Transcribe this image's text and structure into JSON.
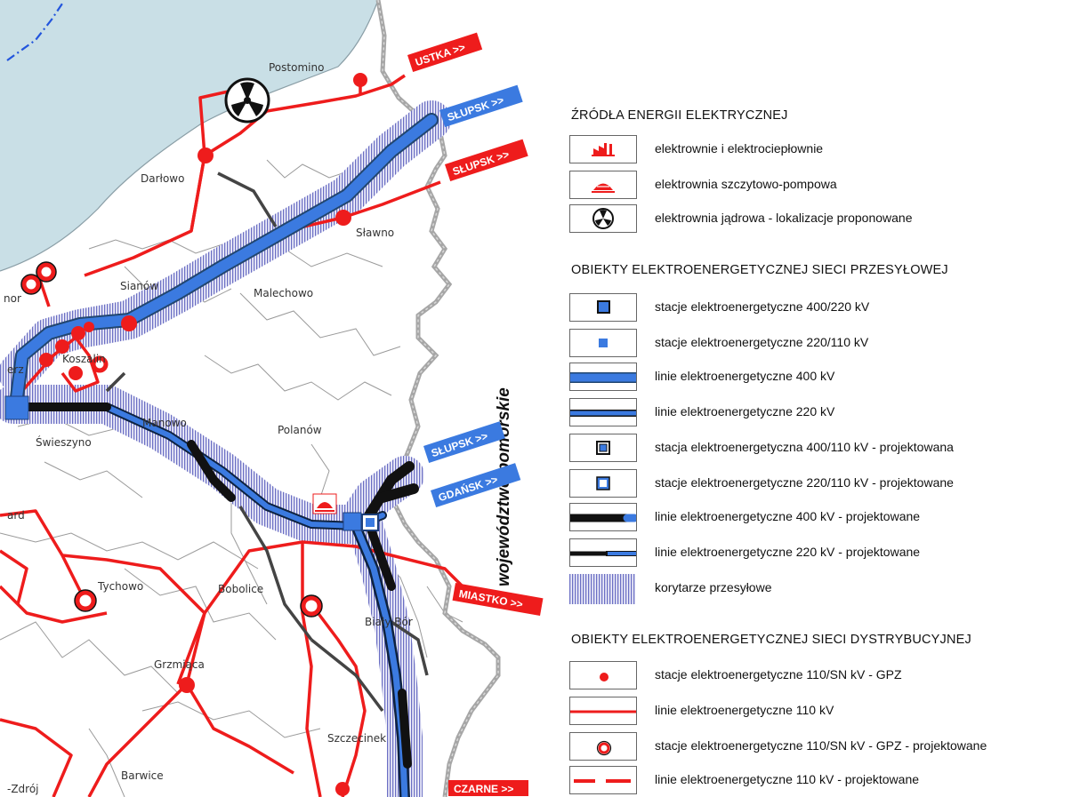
{
  "map": {
    "region_label": "województwo pomorskie",
    "towns": [
      "Postomino",
      "Darłowo",
      "Sławno",
      "Sianów",
      "Malechowo",
      "Koszalin",
      "Manowo",
      "Polanów",
      "Świeszyno",
      "Tychowo",
      "Bobolice",
      "Biały Bór",
      "Grzmiąca",
      "Szczecinek",
      "Barwice",
      "-Zdrój",
      "ard",
      "nor",
      "erz"
    ],
    "connections": [
      "USTKA >>",
      "SŁUPSK >>",
      "SŁUPSK >>",
      "SŁUPSK >>",
      "GDAŃSK >>",
      "MIASTKO >>",
      "CZARNE >>"
    ],
    "colors": {
      "sea": "#c9dfe6",
      "line400": "#3b7ae0",
      "line110": "#ee1c1c",
      "border": "#a6a6a6",
      "corridor": "#6b6fc4",
      "projected": "#111111"
    }
  },
  "legend": {
    "sections": [
      {
        "title": "ŹRÓDŁA ENERGII ELEKTRYCZNEJ",
        "items": [
          {
            "icon": "power-plant-icon",
            "label": "elektrownie i elektrociepłownie"
          },
          {
            "icon": "pumped-storage-icon",
            "label": "elektrownia szczytowo-pompowa"
          },
          {
            "icon": "nuclear-icon",
            "label": "elektrownia jądrowa - lokalizacje proponowane"
          }
        ]
      },
      {
        "title": "OBIEKTY ELEKTROENERGETYCZNEJ SIECI PRZESYŁOWEJ",
        "items": [
          {
            "icon": "station-400-220-icon",
            "label": "stacje elektroenergetyczne 400/220 kV"
          },
          {
            "icon": "station-220-110-icon",
            "label": "stacje elektroenergetyczne 220/110 kV"
          },
          {
            "icon": "line-400-icon",
            "label": "linie elektroenergetyczne 400 kV"
          },
          {
            "icon": "line-220-icon",
            "label": "linie elektroenergetyczne 220 kV"
          },
          {
            "icon": "station-400-110-projected-icon",
            "label": "stacja elektroenergetyczna 400/110 kV - projektowana"
          },
          {
            "icon": "station-220-110-projected-icon",
            "label": "stacje elektroenergetyczne 220/110 kV - projektowane"
          },
          {
            "icon": "line-400-projected-icon",
            "label": "linie elektroenergetyczne 400 kV - projektowane"
          },
          {
            "icon": "line-220-projected-icon",
            "label": "linie elektroenergetyczne 220 kV - projektowane"
          },
          {
            "icon": "corridor-icon",
            "label": "korytarze przesyłowe"
          }
        ]
      },
      {
        "title": "OBIEKTY ELEKTROENERGETYCZNEJ SIECI DYSTRYBUCYJNEJ",
        "items": [
          {
            "icon": "gpz-station-icon",
            "label": "stacje elektroenergetyczne 110/SN kV - GPZ"
          },
          {
            "icon": "line-110-icon",
            "label": "linie elektroenergetyczne 110 kV"
          },
          {
            "icon": "gpz-station-projected-icon",
            "label": "stacje elektroenergetyczne 110/SN kV - GPZ - projektowane"
          },
          {
            "icon": "line-110-projected-icon",
            "label": "linie elektroenergetyczne 110 kV - projektowane"
          }
        ]
      }
    ]
  }
}
